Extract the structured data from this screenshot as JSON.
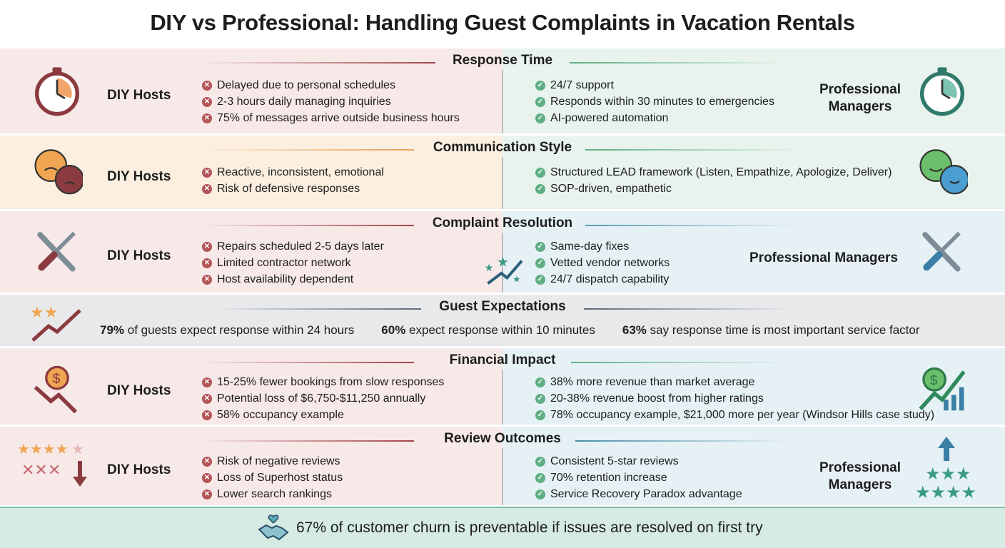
{
  "title": "DIY vs Professional: Handling Guest Complaints in Vacation Rentals",
  "colors": {
    "diy_bg": "#f7e9e8",
    "diy_warm_bg": "#fcefe0",
    "pro_green_bg": "#e7f3ec",
    "pro_blue_bg": "#e6f1f6",
    "neutral_bg": "#e8e9eb",
    "footer_bg": "#d5ebe4",
    "cross": "#b4555a",
    "check": "#5fae84"
  },
  "sections": [
    {
      "title": "Response Time",
      "left_label": "DIY Hosts",
      "left_items": [
        "Delayed due to personal schedules",
        "2-3 hours daily managing inquiries",
        "75% of messages arrive outside business hours"
      ],
      "right_label": "Professional Managers",
      "right_items": [
        "24/7 support",
        "Responds within 30 minutes to emergencies",
        "AI-powered automation"
      ],
      "left_icon": "stopwatch-icon",
      "right_icon": "stopwatch-icon"
    },
    {
      "title": "Communication Style",
      "left_label": "DIY Hosts",
      "left_items": [
        "Reactive, inconsistent, emotional",
        "Risk of defensive responses"
      ],
      "right_label": "",
      "right_items": [
        "Structured LEAD framework (Listen, Empathize, Apologize, Deliver)",
        "SOP-driven, empathetic"
      ],
      "left_icon": "angry-chat-bubbles-icon",
      "right_icon": "happy-chat-bubbles-icon"
    },
    {
      "title": "Complaint Resolution",
      "left_label": "DIY Hosts",
      "left_items": [
        "Repairs scheduled 2-5 days later",
        "Limited contractor network",
        "Host availability dependent"
      ],
      "right_label": "Professional Managers",
      "right_items": [
        "Same-day fixes",
        "Vetted vendor networks",
        "24/7 dispatch capability"
      ],
      "left_icon": "tools-icon",
      "right_icon": "tools-icon"
    },
    {
      "title": "Financial Impact",
      "left_label": "DIY Hosts",
      "left_items": [
        "15-25% fewer bookings from slow responses",
        "Potential loss of $6,750-$11,250 annually",
        "58% occupancy example"
      ],
      "right_label": "",
      "right_items": [
        "38% more revenue than market average",
        "20-38% revenue boost from higher ratings",
        "78% occupancy example, $21,000 more per year (Windsor Hills case study)"
      ],
      "left_icon": "money-down-icon",
      "right_icon": "money-growth-icon"
    },
    {
      "title": "Review Outcomes",
      "left_label": "DIY Hosts",
      "left_items": [
        "Risk of negative reviews",
        "Loss of Superhost status",
        "Lower search rankings"
      ],
      "right_label": "Professional Managers",
      "right_items": [
        "Consistent 5-star reviews",
        "70% retention increase",
        "Service Recovery Paradox advantage"
      ],
      "left_icon": "falling-stars-icon",
      "right_icon": "rising-stars-icon"
    }
  ],
  "guest_expectations": {
    "title": "Guest Expectations",
    "stats": [
      {
        "value": "79%",
        "text": " of guests expect response within 24 hours"
      },
      {
        "value": "60%",
        "text": " expect response within 10 minutes"
      },
      {
        "value": "63%",
        "text": " say response time is most important service factor"
      }
    ]
  },
  "footer": {
    "text": "67% of customer churn is preventable if issues are resolved on first try",
    "icon": "handshake-heart-icon"
  }
}
